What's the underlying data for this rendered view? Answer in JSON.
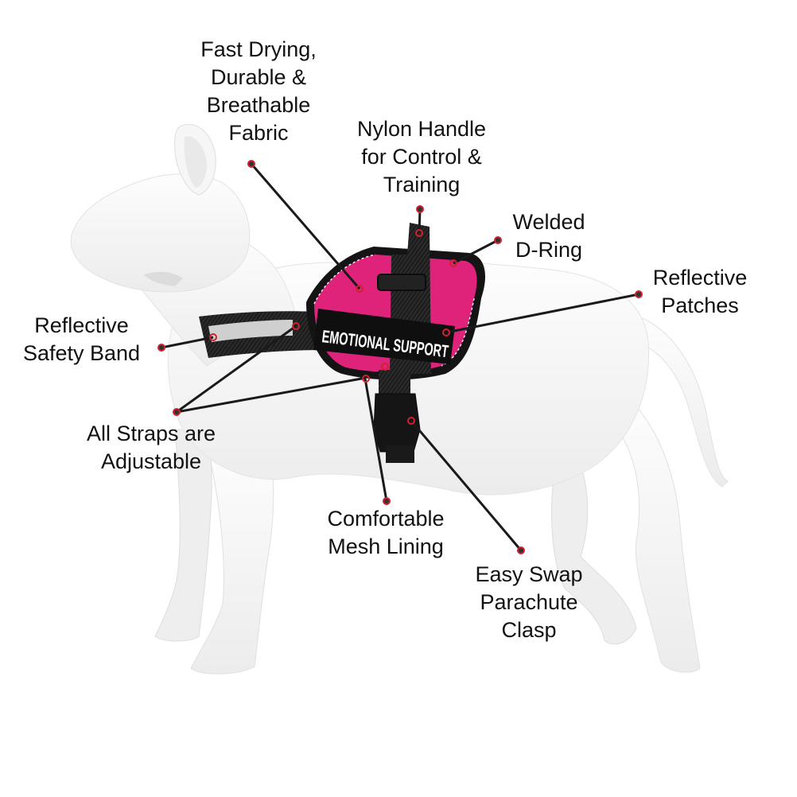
{
  "product": {
    "name": "Dog harness feature diagram",
    "patch_text": "EMOTIONAL SUPPORT",
    "colors": {
      "harness_body": "#e0237a",
      "harness_dark": "#1a1a1a",
      "reflective": "#cfcfcf",
      "dot_ring": "#d0212f",
      "dot_center": "#333333",
      "mannequin": "#f4f4f4",
      "mannequin_shadow": "#dcdcdc",
      "text": "#111111"
    }
  },
  "callouts": [
    {
      "id": "fabric",
      "lines": [
        "Fast Drying,",
        "Durable &",
        "Breathable",
        "Fabric"
      ]
    },
    {
      "id": "handle",
      "lines": [
        "Nylon Handle",
        "for Control &",
        "Training"
      ]
    },
    {
      "id": "d-ring",
      "lines": [
        "Welded",
        "D-Ring"
      ]
    },
    {
      "id": "reflective-patches",
      "lines": [
        "Reflective",
        "Patches"
      ]
    },
    {
      "id": "safety-band",
      "lines": [
        "Reflective",
        "Safety Band"
      ]
    },
    {
      "id": "straps",
      "lines": [
        "All Straps are",
        "Adjustable"
      ]
    },
    {
      "id": "mesh",
      "lines": [
        "Comfortable",
        "Mesh Lining"
      ]
    },
    {
      "id": "clasp",
      "lines": [
        "Easy Swap",
        "Parachute",
        "Clasp"
      ]
    }
  ]
}
